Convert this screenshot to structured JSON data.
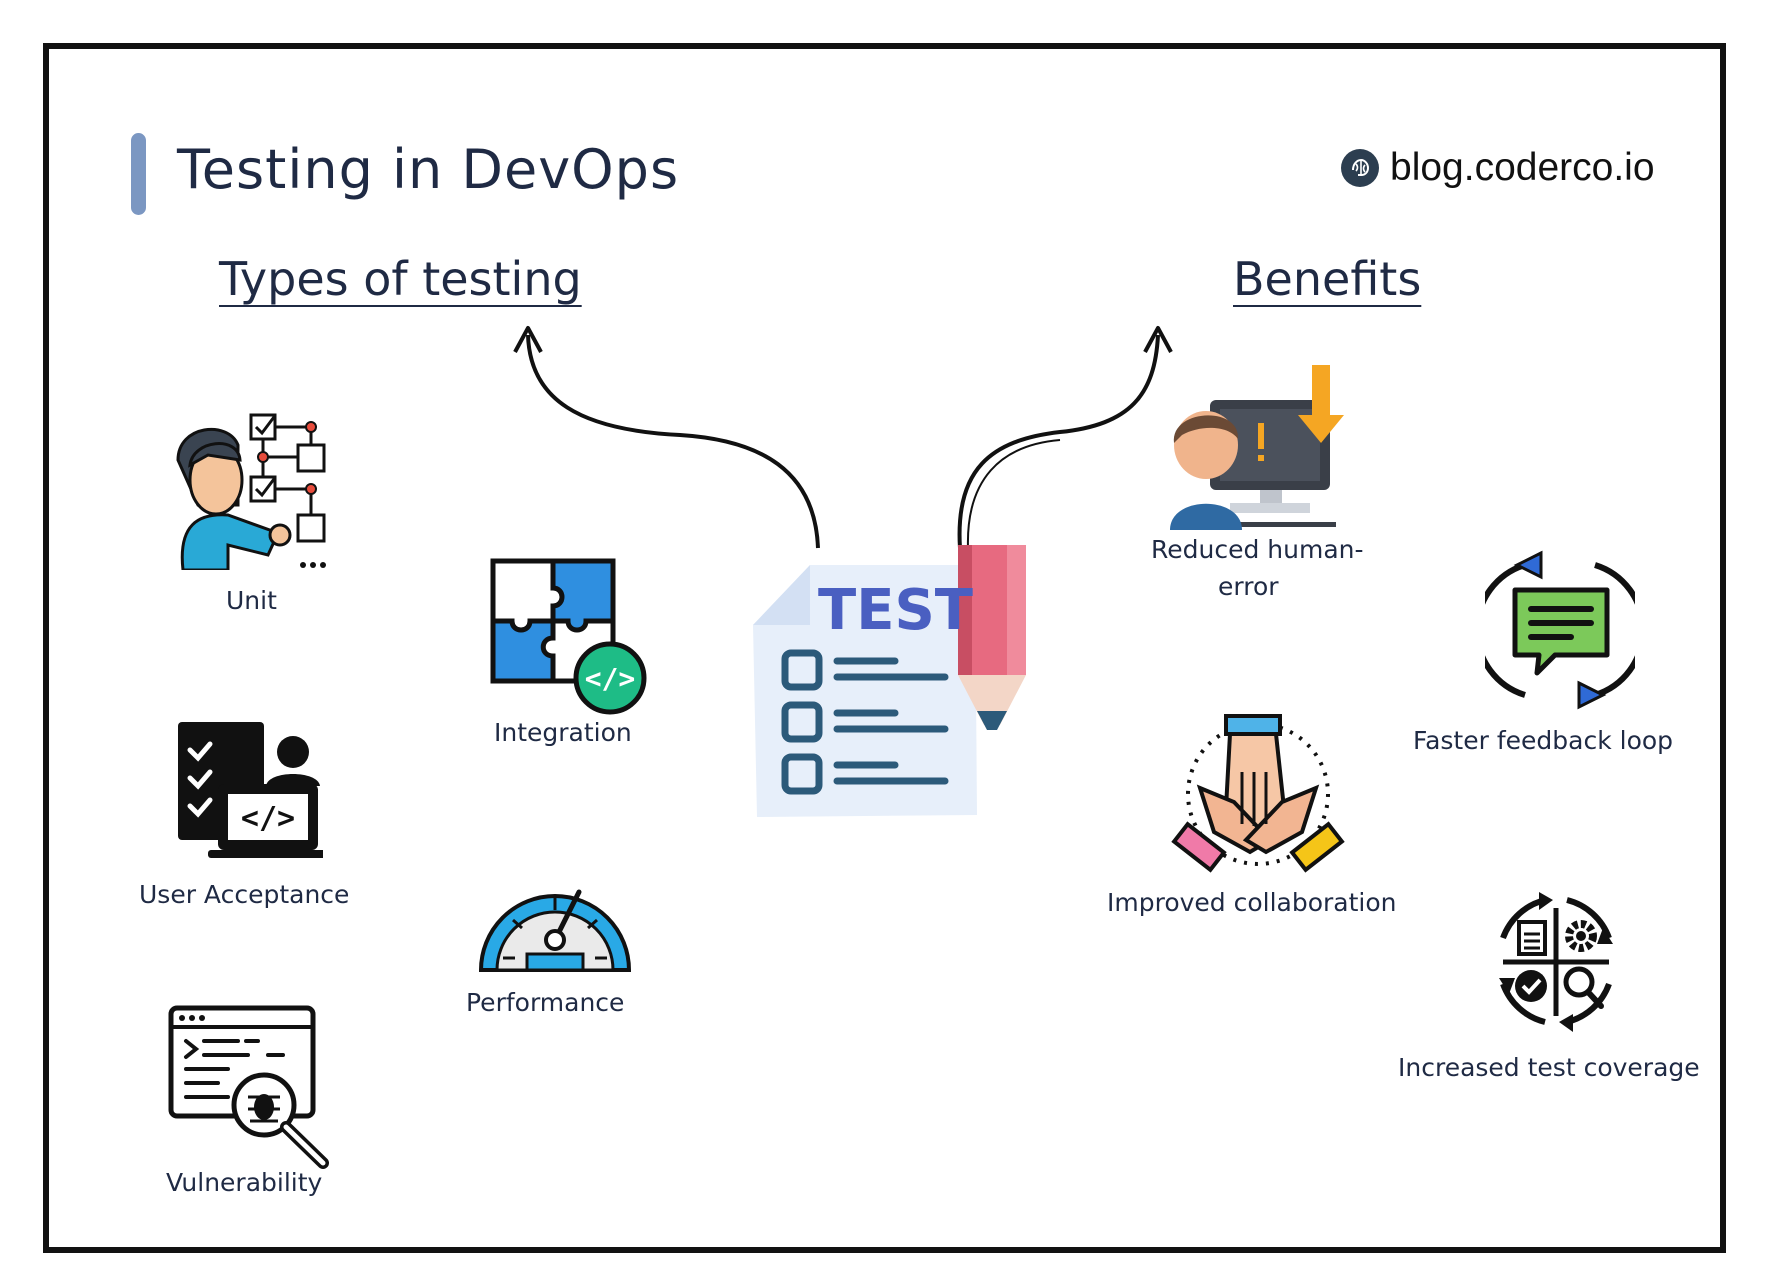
{
  "title": "Testing in DevOps",
  "brand": {
    "text": "blog.coderco.io",
    "icon": "brain-logo-icon"
  },
  "sections": {
    "types": "Types of testing",
    "benefits": "Benefits"
  },
  "center": {
    "badge_text": "TEST",
    "icon": "test-checklist-icon"
  },
  "types_of_testing": [
    {
      "label": "Unit",
      "icon": "person-flowchart-icon"
    },
    {
      "label": "Integration",
      "icon": "puzzle-code-icon"
    },
    {
      "label": "User Acceptance",
      "icon": "clipboard-code-user-icon"
    },
    {
      "label": "Performance",
      "icon": "speedometer-icon"
    },
    {
      "label": "Vulnerability",
      "icon": "bug-search-icon"
    }
  ],
  "benefits": [
    {
      "label_line1": "Reduced human-",
      "label_line2": "error",
      "icon": "person-monitor-warning-icon"
    },
    {
      "label": "Faster feedback loop",
      "icon": "chat-cycle-icon"
    },
    {
      "label": "Improved collaboration",
      "icon": "stacked-hands-icon"
    },
    {
      "label": "Increased test coverage",
      "icon": "quadrant-cycle-icon"
    }
  ],
  "colors": {
    "accent": "#7b97c2",
    "text": "#1f2a44",
    "frame": "#111111",
    "test_blue": "#4a5fc1"
  }
}
